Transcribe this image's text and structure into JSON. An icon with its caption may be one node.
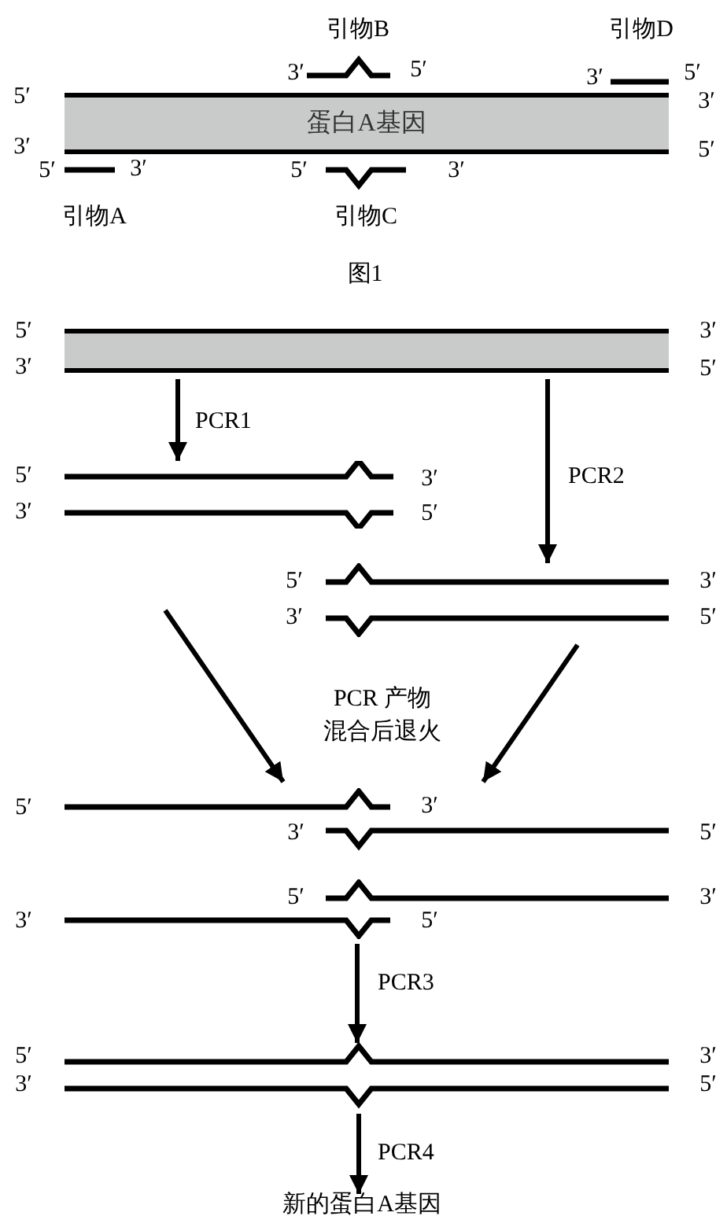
{
  "diagram": {
    "nodes": [
      {
        "text": [
          "引物B"
        ],
        "beside": [
          "3′",
          "5′"
        ]
      },
      {
        "text": [
          "引物D"
        ],
        "beside": [
          "3′",
          "5′"
        ]
      },
      {
        "text": [
          "蛋白A基因"
        ],
        "beside": [
          "5′",
          "3′",
          "3′",
          "5′"
        ]
      },
      {
        "text": [
          "引物A"
        ],
        "beside": [
          "5′",
          "3′"
        ]
      },
      {
        "text": [
          "引物C"
        ],
        "beside": [
          "5′"
        ]
      },
      {
        "text": [],
        "shape": "bar",
        "beside": [
          "5′",
          "3′",
          "3′",
          "5′"
        ]
      },
      {
        "text": [],
        "shape": "bar",
        "beside": [
          "5′",
          "3′",
          "3′",
          "5′"
        ]
      },
      {
        "text": [],
        "shape": "bar",
        "beside": [
          "5′",
          "3′",
          "3′",
          "5′"
        ]
      },
      {
        "text": [
          "3′",
          "3′"
        ],
        "beside": [
          "5′",
          "5′"
        ]
      },
      {
        "text": [
          "5′",
          "5′"
        ],
        "beside": [
          "3′",
          "3′"
        ]
      },
      {
        "text": [],
        "shape": "bar",
        "beside": [
          "5′",
          "3′",
          "3′",
          "5′"
        ]
      },
      {
        "text": [
          "新的蛋白A基因"
        ]
      }
    ],
    "edges": [
      {
        "from": 5,
        "to": 6,
        "arrow": "to",
        "label": "PCR1"
      },
      {
        "from": 5,
        "to": 7,
        "arrow": "to",
        "label": "PCR2"
      },
      {
        "from": 6,
        "to": 8,
        "arrow": "to"
      },
      {
        "from": 7,
        "to": 8,
        "arrow": "to"
      },
      {
        "from": 9,
        "to": 10,
        "arrow": "to",
        "label": "PCR3"
      },
      {
        "from": 10,
        "to": 11,
        "arrow": "to",
        "label": "PCR4"
      }
    ],
    "labels": [
      "3′",
      "图1",
      "PCR 产物混合后退火"
    ]
  }
}
